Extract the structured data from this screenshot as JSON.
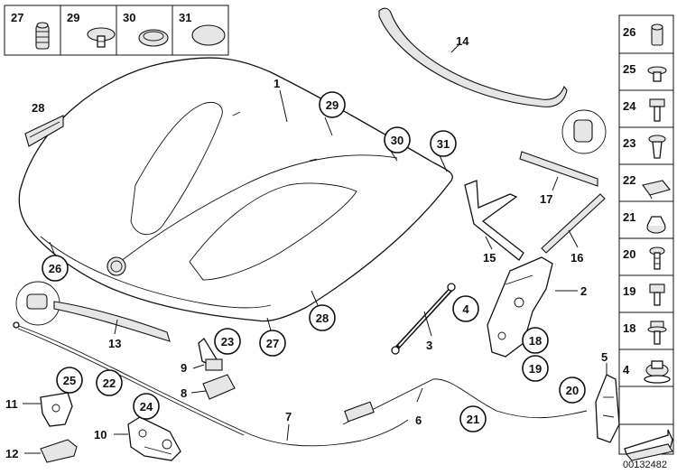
{
  "diagram": {
    "labels": {
      "n1": "1",
      "n2": "2",
      "n3": "3",
      "n4": "4",
      "n5": "5",
      "n6": "6",
      "n7": "7",
      "n8": "8",
      "n9": "9",
      "n10": "10",
      "n11": "11",
      "n12": "12",
      "n13": "13",
      "n14": "14",
      "n15": "15",
      "n16": "16",
      "n17": "17",
      "c18": "18",
      "c19": "19",
      "c20": "20",
      "c21": "21",
      "c22": "22",
      "c23": "23",
      "c24": "24",
      "c25": "25",
      "c26": "26",
      "c27": "27",
      "c28": "28",
      "c29": "29",
      "c30": "30",
      "c31": "31",
      "c4": "4"
    },
    "top_strip": [
      "27",
      "29",
      "30",
      "31"
    ],
    "right_column": [
      "26",
      "25",
      "24",
      "23",
      "22",
      "21",
      "20",
      "19",
      "18",
      "4"
    ],
    "plain_28": "28",
    "reference_id": "00132482"
  }
}
